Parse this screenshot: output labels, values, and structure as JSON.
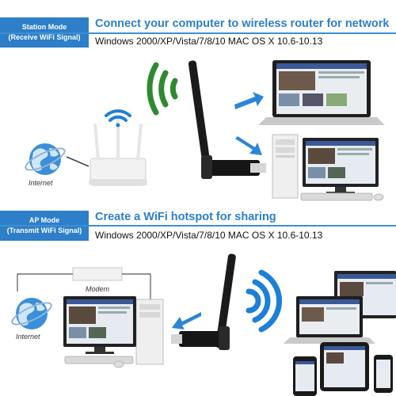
{
  "station": {
    "badge_line1": "Station Mode",
    "badge_line2": "(Receive WiFi Signal)",
    "headline": "Connect your computer to wireless router for network",
    "os": "Windows 2000/XP/Vista/7/8/10 MAC OS X 10.6-10.13",
    "internet_label": "Internet"
  },
  "ap": {
    "badge_line1": "AP Mode",
    "badge_line2": "(Transmit WiFi Signal)",
    "headline": "Create a WiFi hotspot for sharing",
    "os": "Windows 2000/XP/Vista/7/8/10 MAC OS X 10.6-10.13",
    "modem_label": "Modem",
    "internet_label": "Internet"
  },
  "colors": {
    "accent_blue": "#2c7fc8",
    "wifi_green": "#2f8a2f",
    "wifi_blue": "#1e7fd6"
  }
}
